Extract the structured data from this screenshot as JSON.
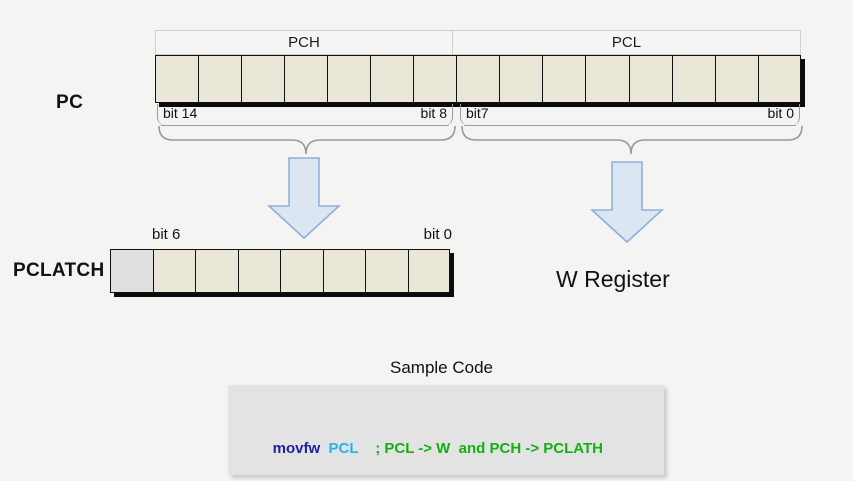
{
  "diagram": {
    "title": "PIC Program Counter / PCLATH diagram",
    "background_color": "#f4f4f2"
  },
  "pc": {
    "label": "PC",
    "segments": [
      {
        "name": "PCH",
        "header": "PCH",
        "bit_count": 7,
        "msb_label": "bit 14",
        "lsb_label": "bit 8"
      },
      {
        "name": "PCL",
        "header": "PCL",
        "bit_count": 8,
        "msb_label": "bit7",
        "lsb_label": "bit 0"
      }
    ],
    "cell_color": "#eae7d8",
    "border_color": "#111111"
  },
  "pclatch": {
    "label": "PCLATCH",
    "bit_count": 8,
    "unused_cells": 1,
    "msb_label": "bit 6",
    "lsb_label": "bit 0",
    "cell_color": "#eae7d8",
    "unused_color": "#e0e0e0"
  },
  "w_register": {
    "label": "W Register"
  },
  "arrows": [
    {
      "name": "pch-to-pclatch-arrow",
      "from": "PCH",
      "to": "PCLATCH",
      "color": "#dce6f3",
      "border_color": "#8fb0d9"
    },
    {
      "name": "pcl-to-w-arrow",
      "from": "PCL",
      "to": "W Register",
      "color": "#dce6f3",
      "border_color": "#8fb0d9"
    }
  ],
  "sample_code": {
    "title": "Sample Code",
    "box_color": "#e3e3e3",
    "tokens": {
      "mnemonic": "movfw",
      "operand": "PCL",
      "comment": "; PCL -> W  and PCH -> PCLATH"
    },
    "full_line": "movfw  PCL    ; PCL -> W  and PCH -> PCLATH",
    "colors": {
      "mnemonic": "#1f1f9e",
      "operand": "#23b3f0",
      "comment": "#12b012"
    }
  }
}
